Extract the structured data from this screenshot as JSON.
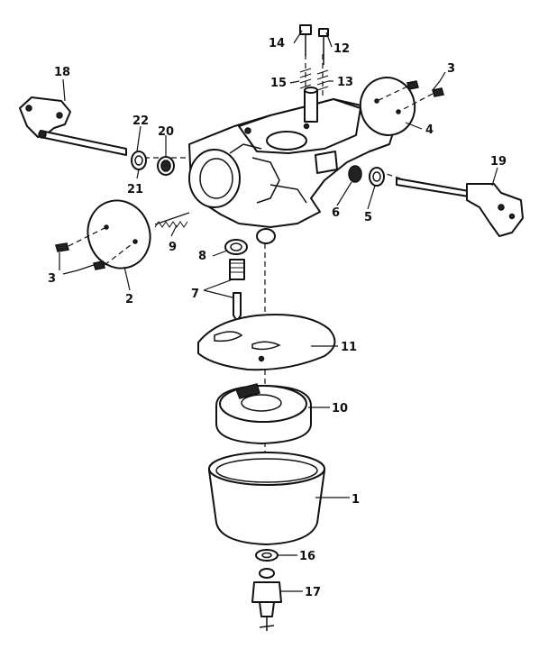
{
  "diagram": {
    "parts": [
      {
        "id": "p1",
        "label": "1"
      },
      {
        "id": "p2",
        "label": "2"
      },
      {
        "id": "p3a",
        "label": "3"
      },
      {
        "id": "p3b",
        "label": "3"
      },
      {
        "id": "p4",
        "label": "4"
      },
      {
        "id": "p5",
        "label": "5"
      },
      {
        "id": "p6",
        "label": "6"
      },
      {
        "id": "p7",
        "label": "7"
      },
      {
        "id": "p8",
        "label": "8"
      },
      {
        "id": "p9",
        "label": "9"
      },
      {
        "id": "p10",
        "label": "10"
      },
      {
        "id": "p11",
        "label": "11"
      },
      {
        "id": "p12",
        "label": "12"
      },
      {
        "id": "p13",
        "label": "13"
      },
      {
        "id": "p14",
        "label": "14"
      },
      {
        "id": "p15",
        "label": "15"
      },
      {
        "id": "p16",
        "label": "16"
      },
      {
        "id": "p17",
        "label": "17"
      },
      {
        "id": "p18",
        "label": "18"
      },
      {
        "id": "p19",
        "label": "19"
      },
      {
        "id": "p20",
        "label": "20"
      },
      {
        "id": "p21",
        "label": "21"
      },
      {
        "id": "p22",
        "label": "22"
      }
    ]
  }
}
